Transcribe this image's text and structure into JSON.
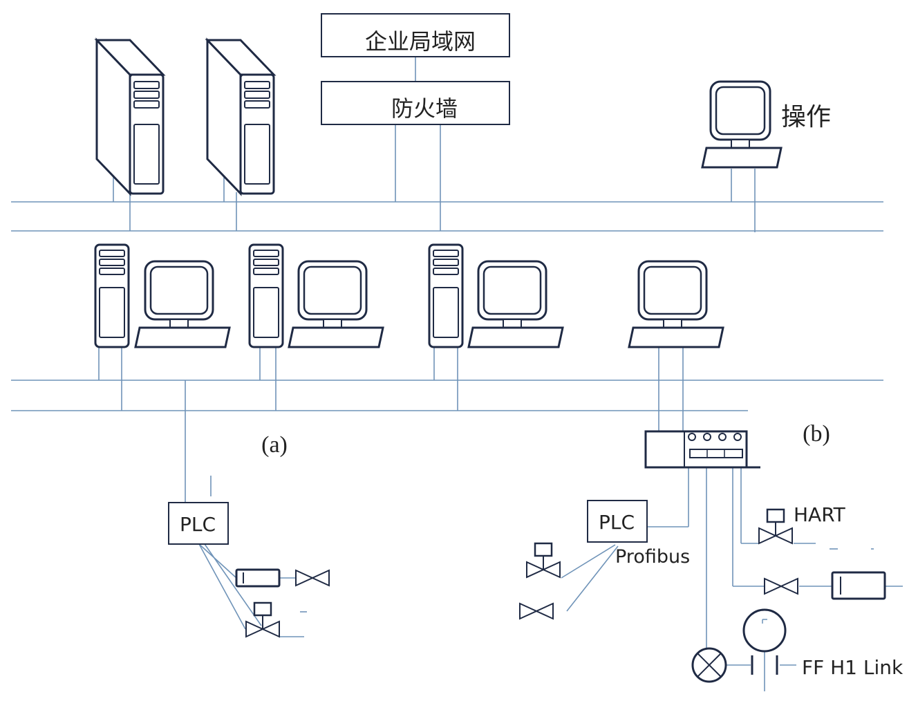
{
  "labels": {
    "enterprise_lan": "企业局域网",
    "firewall": "防火墙",
    "operator": "操作",
    "marker_a": "(a)",
    "marker_b": "(b)",
    "plc_left": "PLC",
    "plc_right": "PLC",
    "profibus": "Profibus",
    "hart": "HART",
    "ff_h1": "FF H1 Link"
  },
  "colors": {
    "network_line": "#6f93b8",
    "device_outline": "#1f2a44",
    "text": "#222222"
  }
}
